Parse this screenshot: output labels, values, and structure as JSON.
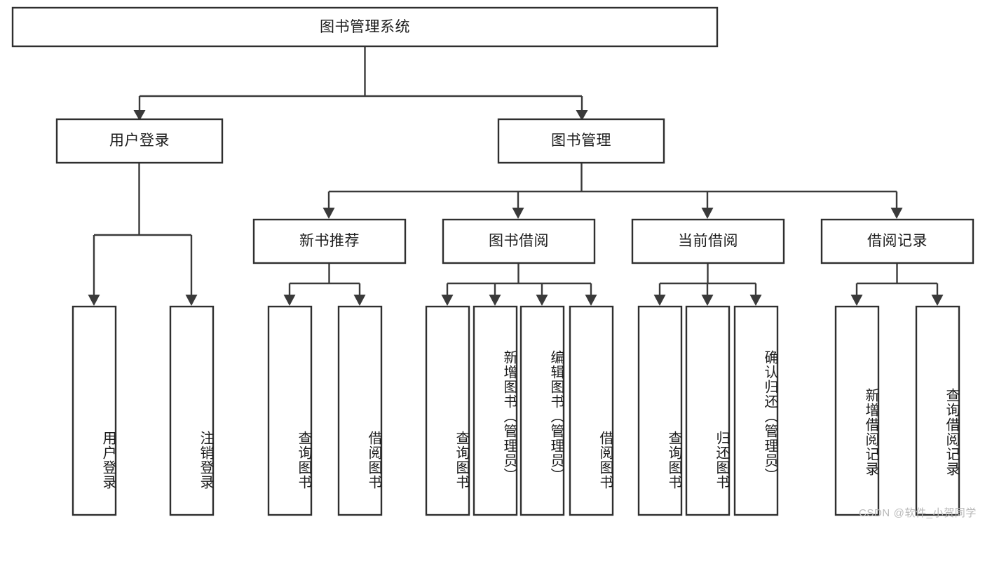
{
  "diagram": {
    "type": "tree",
    "title": "图书管理系统",
    "root": {
      "id": "root",
      "label": "图书管理系统",
      "level": 0
    },
    "level1": [
      {
        "id": "user-login",
        "label": "用户登录"
      },
      {
        "id": "book-manage",
        "label": "图书管理"
      }
    ],
    "level2": [
      {
        "id": "new-book-rec",
        "label": "新书推荐",
        "parent": "book-manage"
      },
      {
        "id": "book-borrow",
        "label": "图书借阅",
        "parent": "book-manage"
      },
      {
        "id": "current-borrow",
        "label": "当前借阅",
        "parent": "book-manage"
      },
      {
        "id": "borrow-record",
        "label": "借阅记录",
        "parent": "book-manage"
      }
    ],
    "leaves": {
      "user_login": [
        {
          "id": "leaf-user-login",
          "label": "用户登录"
        },
        {
          "id": "leaf-user-logout",
          "label": "注销登录"
        }
      ],
      "new_book_rec": [
        {
          "id": "leaf-query-book-1",
          "label": "查询图书"
        },
        {
          "id": "leaf-borrow-book-1",
          "label": "借阅图书"
        }
      ],
      "book_borrow": [
        {
          "id": "leaf-query-book-2",
          "label": "查询图书"
        },
        {
          "id": "leaf-add-book",
          "label": "新增图书（管理员）"
        },
        {
          "id": "leaf-edit-book",
          "label": "编辑图书（管理员）"
        },
        {
          "id": "leaf-borrow-book-2",
          "label": "借阅图书"
        }
      ],
      "current_borrow": [
        {
          "id": "leaf-query-book-3",
          "label": "查询图书"
        },
        {
          "id": "leaf-return-book",
          "label": "归还图书"
        },
        {
          "id": "leaf-confirm-return",
          "label": "确认归还（管理员）"
        }
      ],
      "borrow_record": [
        {
          "id": "leaf-add-record",
          "label": "新增借阅记录"
        },
        {
          "id": "leaf-query-record",
          "label": "查询借阅记录"
        }
      ]
    },
    "colors": {
      "box_fill": "#ffffff",
      "box_stroke": "#2f2f2f",
      "line": "#3a3a3a",
      "text": "#1c1c1c",
      "background": "#ffffff",
      "watermark": "#b9b9b9"
    }
  },
  "watermark": {
    "text": "CSDN @软件_小贺同学"
  }
}
